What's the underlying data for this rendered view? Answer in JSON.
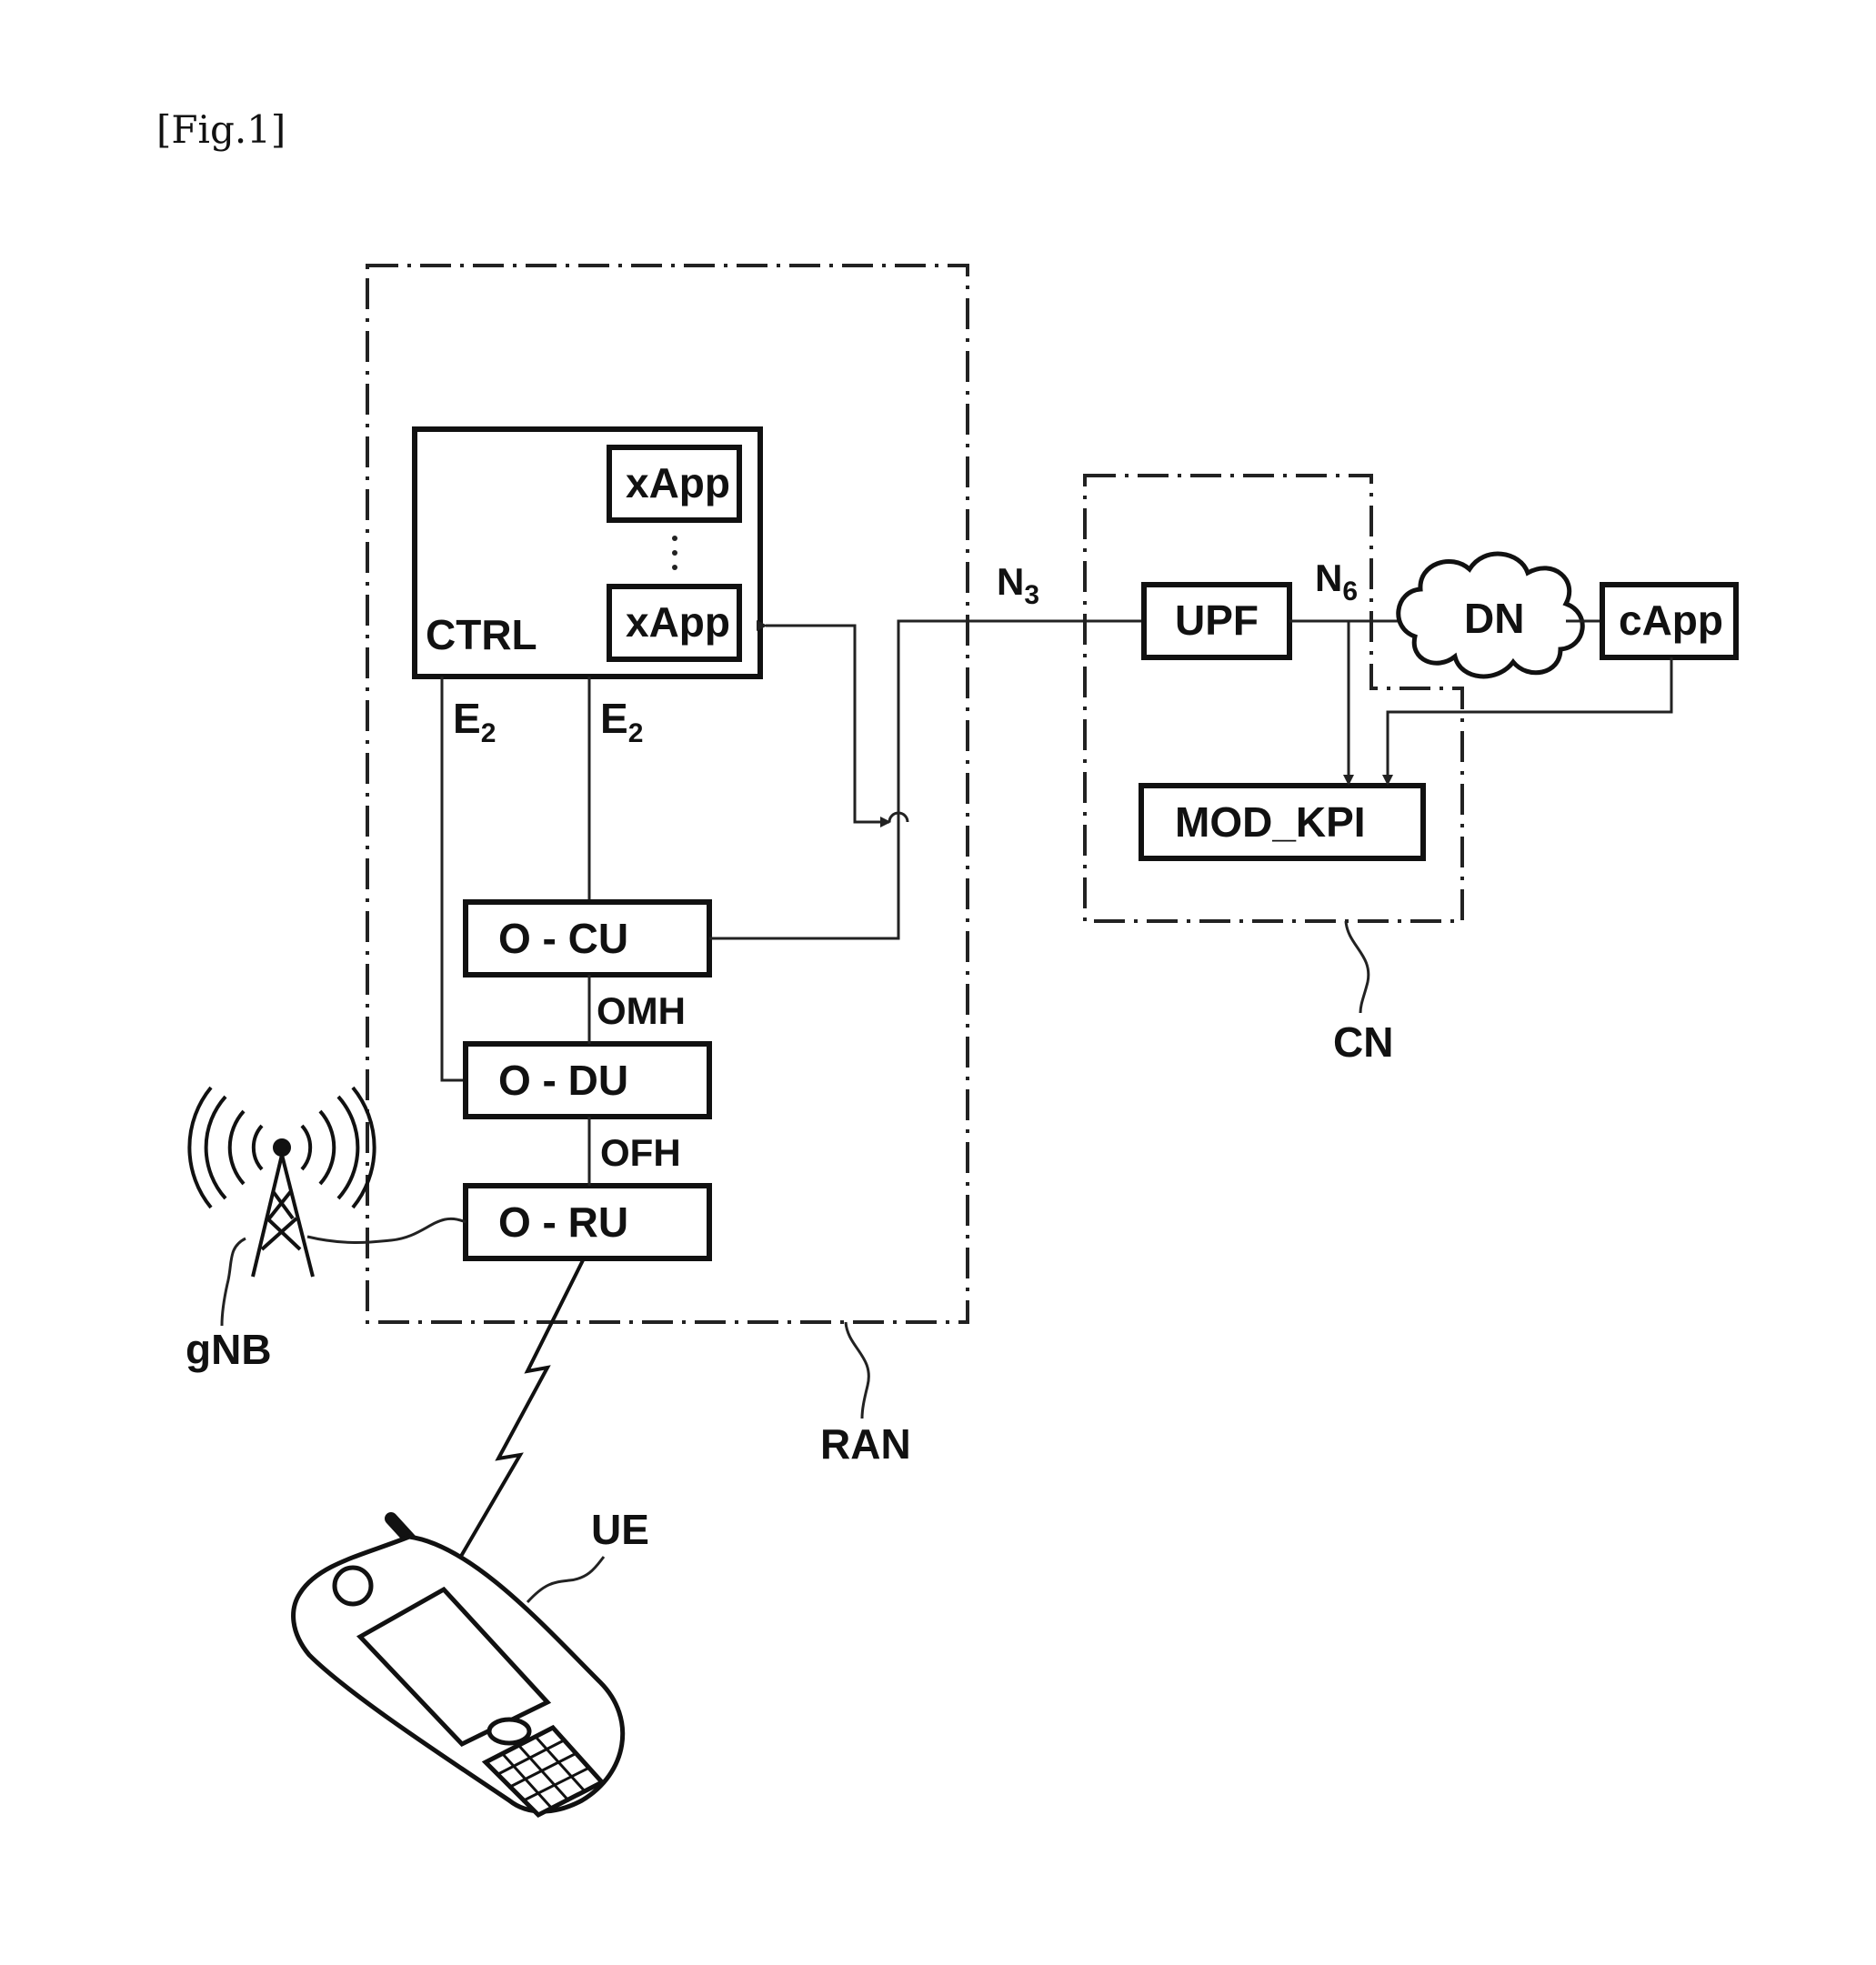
{
  "figure_label": "[Fig.1]",
  "labels": {
    "ctrl": "CTRL",
    "xapp_top": "xApp",
    "xapp_bottom": "xApp",
    "e2_left": "E",
    "e2_right": "E",
    "e2_sub": "2",
    "ocu": "O - CU",
    "odu": "O - DU",
    "oru": "O - RU",
    "omh": "OMH",
    "ofh": "OFH",
    "n3": "N",
    "n3_sub": "3",
    "n6": "N",
    "n6_sub": "6",
    "upf": "UPF",
    "dn": "DN",
    "capp": "cApp",
    "mod_kpi": "MOD_KPI",
    "cn": "CN",
    "ran": "RAN",
    "gnb": "gNB",
    "ue": "UE"
  }
}
